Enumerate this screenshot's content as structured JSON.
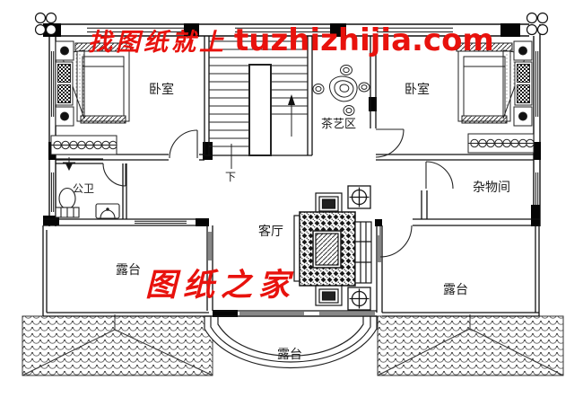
{
  "watermarks": {
    "top_cn": "找图纸就上",
    "top_domain": "tuzhizhijia.com",
    "bottom": "图纸之家",
    "color": "#e8120d"
  },
  "plan": {
    "rooms": {
      "bedroom_left": "卧室",
      "bedroom_right": "卧室",
      "tea_area": "茶艺区",
      "storage": "杂物间",
      "bathroom": "公卫",
      "living": "客厅",
      "terrace_left": "露台",
      "terrace_right": "露台",
      "balcony": "露台",
      "stair_down": "下"
    },
    "line_color": "#1a1a1a",
    "background": "#ffffff"
  }
}
